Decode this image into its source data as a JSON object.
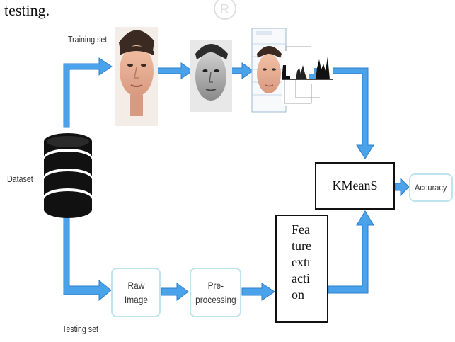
{
  "heading": "testing.",
  "labels": {
    "training_set": "Training set",
    "dataset": "Dataset",
    "testing_set": "Testing set"
  },
  "boxes": {
    "raw_image": [
      "Raw",
      "Image"
    ],
    "pre_processing": [
      "Pre-",
      "processing"
    ],
    "kmeans": "KMeanS",
    "feature_extraction": [
      "Fea",
      "ture",
      "extr",
      "acti",
      "on"
    ],
    "accuracy": "Accuracy"
  },
  "icons": [
    "database-icon",
    "face-photo-icon",
    "grayscale-face-icon",
    "face-landmarks-icon",
    "histogram-icon"
  ],
  "colors": {
    "arrow_blue": "#4aa3ea",
    "arrow_outline": "#2f7fc7",
    "box_border": "#bfe4ee",
    "database": "#111111"
  }
}
